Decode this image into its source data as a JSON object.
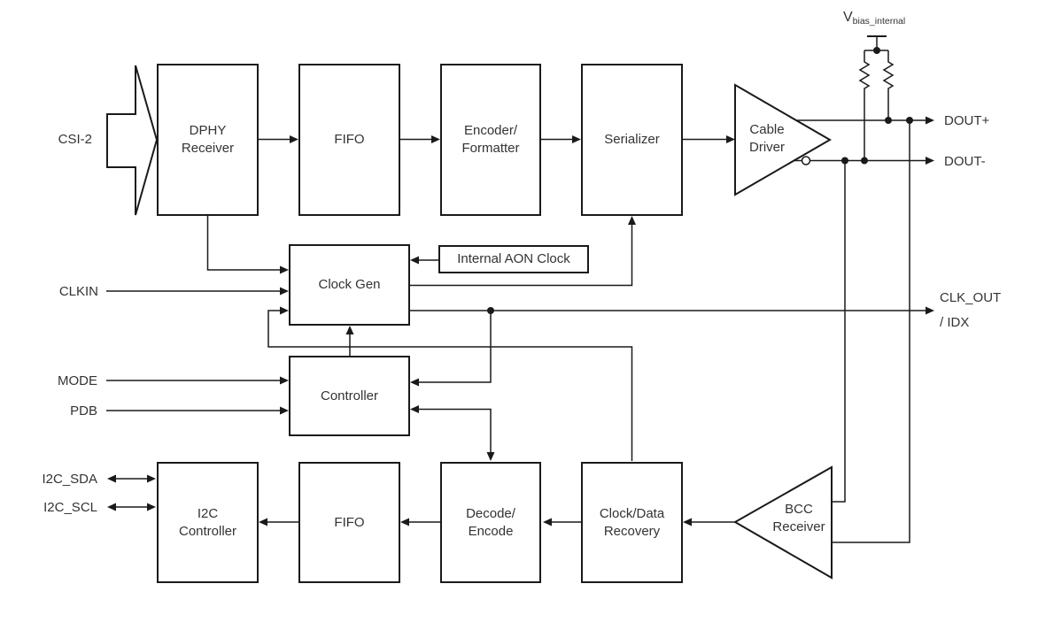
{
  "diagram": {
    "title_hint": "Serializer functional block diagram",
    "colors": {
      "line": "#1a1a1a",
      "text": "#333333",
      "background": "#ffffff"
    },
    "blocks": {
      "dphy_receiver": {
        "label": "DPHY\nReceiver"
      },
      "fifo_top": {
        "label": "FIFO"
      },
      "encoder_formatter": {
        "label": "Encoder/\nFormatter"
      },
      "serializer": {
        "label": "Serializer"
      },
      "cable_driver": {
        "label": "Cable\nDriver"
      },
      "internal_aon_clock": {
        "label": "Internal AON Clock"
      },
      "clock_gen": {
        "label": "Clock Gen"
      },
      "controller": {
        "label": "Controller"
      },
      "i2c_controller": {
        "label": "I2C\nController"
      },
      "fifo_bottom": {
        "label": "FIFO"
      },
      "decode_encode": {
        "label": "Decode/\nEncode"
      },
      "clock_data_recovery": {
        "label": "Clock/Data\nRecovery"
      },
      "bcc_receiver": {
        "label": "BCC\nReceiver"
      }
    },
    "pins": {
      "csi2": "CSI-2",
      "clkin": "CLKIN",
      "mode": "MODE",
      "pdb": "PDB",
      "i2c_sda": "I2C_SDA",
      "i2c_scl": "I2C_SCL",
      "dout_plus": "DOUT+",
      "dout_minus": "DOUT-",
      "clk_out": "CLK_OUT",
      "idx": "/ IDX",
      "vbias_main": "V",
      "vbias_sub": "bias_internal"
    }
  }
}
